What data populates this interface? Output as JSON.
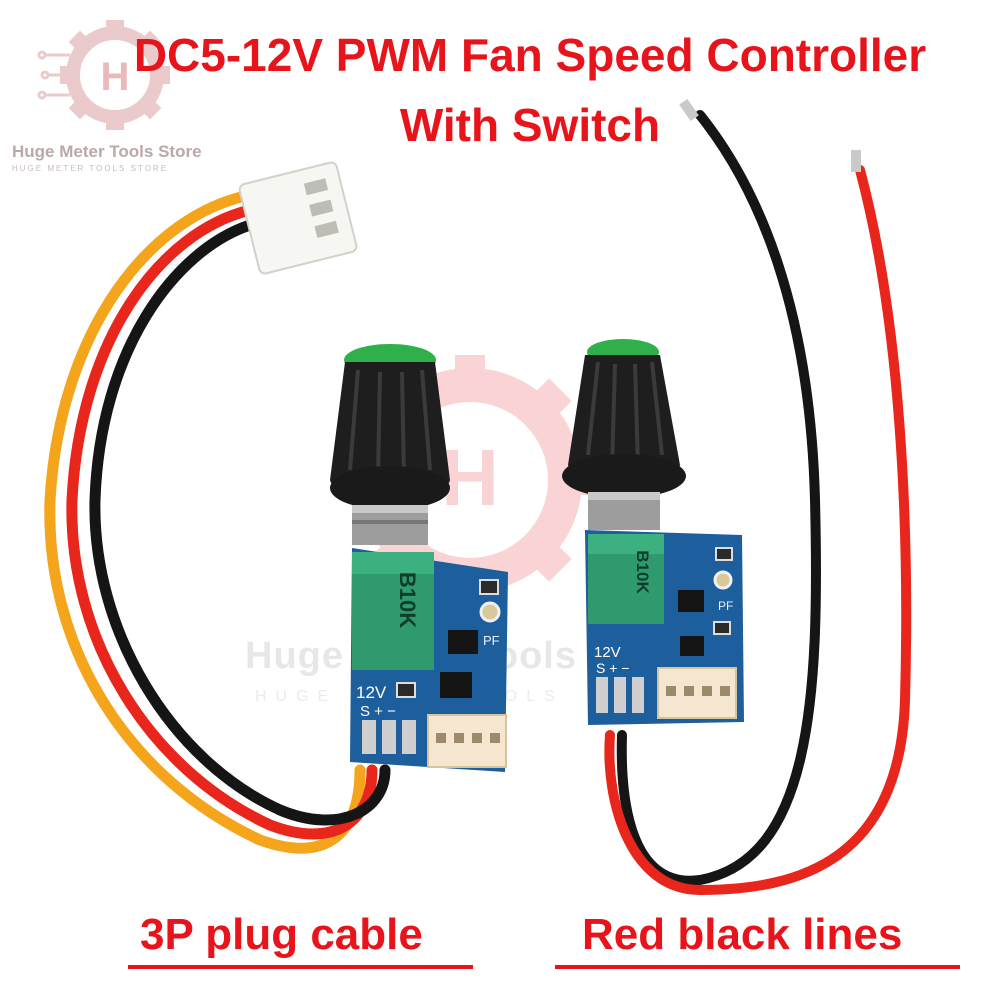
{
  "title": {
    "line1": "DC5-12V PWM Fan Speed Controller",
    "line2": "With Switch"
  },
  "store": {
    "name": "Huge Meter Tools Store",
    "subtitle": "HUGE METER TOOLS STORE",
    "logo_letter": "H"
  },
  "watermark": {
    "text": "Huge Meter Tools",
    "subtitle": "HUGE METER TOOLS"
  },
  "boards": {
    "pot_label": "B10K",
    "voltage_label": "12V",
    "pin_labels": "S + −",
    "pf_label": "PF"
  },
  "captions": {
    "left": "3P plug cable",
    "right": "Red black lines"
  },
  "colors": {
    "title_red": "#e8141b",
    "pcb_blue": "#1d5f9c",
    "pot_green": "#2e9a6e",
    "knob_black": "#1e1e1e",
    "knob_cap_green": "#2fb04a",
    "wire_red": "#e8261c",
    "wire_black": "#151515",
    "wire_yellow": "#f4a51c"
  }
}
